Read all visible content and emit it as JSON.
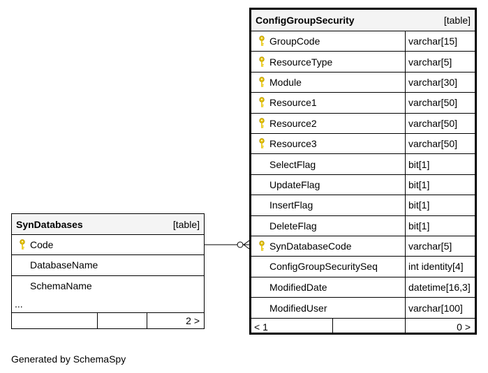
{
  "config_table": {
    "name": "ConfigGroupSecurity",
    "kind": "[table]",
    "columns": [
      {
        "name": "GroupCode",
        "type": "varchar[15]",
        "key": true
      },
      {
        "name": "ResourceType",
        "type": "varchar[5]",
        "key": true
      },
      {
        "name": "Module",
        "type": "varchar[30]",
        "key": true
      },
      {
        "name": "Resource1",
        "type": "varchar[50]",
        "key": true
      },
      {
        "name": "Resource2",
        "type": "varchar[50]",
        "key": true
      },
      {
        "name": "Resource3",
        "type": "varchar[50]",
        "key": true
      },
      {
        "name": "SelectFlag",
        "type": "bit[1]",
        "key": false
      },
      {
        "name": "UpdateFlag",
        "type": "bit[1]",
        "key": false
      },
      {
        "name": "InsertFlag",
        "type": "bit[1]",
        "key": false
      },
      {
        "name": "DeleteFlag",
        "type": "bit[1]",
        "key": false
      },
      {
        "name": "SynDatabaseCode",
        "type": "varchar[5]",
        "key": true
      },
      {
        "name": "ConfigGroupSecuritySeq",
        "type": "int identity[4]",
        "key": false
      },
      {
        "name": "ModifiedDate",
        "type": "datetime[16,3]",
        "key": false
      },
      {
        "name": "ModifiedUser",
        "type": "varchar[100]",
        "key": false
      }
    ],
    "footer": {
      "parents": "< 1",
      "middle": "",
      "children": "0 >"
    }
  },
  "syn_table": {
    "name": "SynDatabases",
    "kind": "[table]",
    "columns": [
      {
        "name": "Code",
        "key": true
      },
      {
        "name": "DatabaseName",
        "key": false
      },
      {
        "name": "SchemaName",
        "key": false
      }
    ],
    "ellipsis": "...",
    "footer": {
      "parents": "",
      "middle": "",
      "children": "2 >"
    }
  },
  "credit": "Generated by SchemaSpy",
  "colors": {
    "key_icon": "#e8c400",
    "header_bg": "#f4f4f4",
    "line": "#000000"
  },
  "icons": {
    "primary_key": "key-icon"
  }
}
